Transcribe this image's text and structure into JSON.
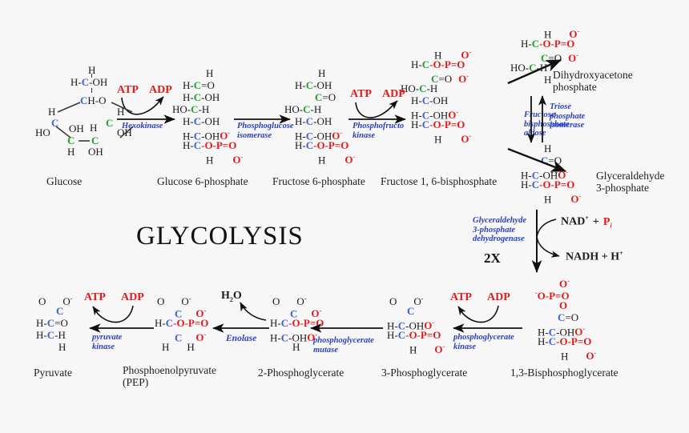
{
  "title": "GLYCOLYSIS",
  "stoichiometry_note": "2X",
  "colors": {
    "carbon_green": "#22a22a",
    "carbon_blue": "#4060d8",
    "phosphate_red": "#e01b1b",
    "enzyme_blue": "#2b3fc4",
    "text_black": "#1a1a1a",
    "background": "#f7f7f7"
  },
  "metabolites": {
    "glucose": {
      "label": "Glucose"
    },
    "glucose_6_phosphate": {
      "label": "Glucose 6-phosphate"
    },
    "fructose_6_phosphate": {
      "label": "Fructose 6-phosphate"
    },
    "fructose_1_6_bisphosphate": {
      "label": "Fructose 1, 6-bisphosphate"
    },
    "dihydroxyacetone_phosphate": {
      "label_line1": "Dihydroxyacetone",
      "label_line2": "phosphate"
    },
    "glyceraldehyde_3_phosphate": {
      "label_line1": "Glyceraldehyde",
      "label_line2": "3-phosphate"
    },
    "bisphosphoglycerate_1_3": {
      "label": "1,3-Bisphosphoglycerate"
    },
    "phosphoglycerate_3": {
      "label": "3-Phosphoglycerate"
    },
    "phosphoglycerate_2": {
      "label": "2-Phosphoglycerate"
    },
    "phosphoenolpyruvate": {
      "label_line1": "Phosphoenolpyruvate",
      "label_line2": "(PEP)"
    },
    "pyruvate": {
      "label": "Pyruvate"
    }
  },
  "enzymes": {
    "hexokinase": "Hexokinase",
    "phosphoglucose_isomerase": "Phosphoglucose\nisomerase",
    "phosphofructokinase": "Phosphofructo\nkinase",
    "fructose_bisphosphate_aldolase": "Fructose\nbisphosphate\naldose",
    "triose_phosphate_isomerase": "Triose\nphosphate\nisomerase",
    "gapdh": "Glyceraldehyde\n3-phosphate\ndehydrogenase",
    "phosphoglycerate_kinase": "phosphoglycerate\nkinase",
    "phosphoglycerate_mutase": "phosphoglycerate\nmutase",
    "enolase": "Enolase",
    "pyruvate_kinase": "pyruvate\nkinase"
  },
  "cofactors": {
    "atp_1": "ATP",
    "adp_1": "ADP",
    "atp_2": "ATP",
    "adp_2": "ADP",
    "nad_plus": "NAD",
    "nad_plus_sup": "+",
    "plus_sign": "+",
    "pi_symbol": "P",
    "pi_sub": "i",
    "nadh": "NADH + H",
    "nadh_sup": "+",
    "water": "H",
    "water_sub": "2",
    "water_rest": "O",
    "atp_3": "ATP",
    "adp_3": "ADP",
    "atp_4": "ATP",
    "adp_4": "ADP"
  },
  "structures": {
    "glucose_ring": {
      "atoms": [
        "H",
        "C",
        "OH",
        "CH",
        "O",
        "C",
        "HO",
        "OH",
        "H",
        "C",
        "OH",
        "C",
        "C",
        "OH",
        "H",
        "OH"
      ],
      "description": "glucose pyranose ring"
    },
    "glucose_6_phosphate_chain": [
      "H",
      "H-C=O",
      "H-C-OH",
      "HO-C-H",
      "H-C-OH",
      "H-C-OH",
      "H-C-O-P=O",
      "H",
      "O-",
      "O-"
    ],
    "fructose_6_phosphate_chain": [
      "H",
      "H-C-OH",
      "C=O",
      "HO-C-H",
      "H-C-OH",
      "H-C-OH",
      "H-C-O-P=O",
      "H",
      "O-",
      "O-"
    ],
    "fructose_1_6_bisphosphate_chain": [
      "H",
      "H-C-O-P=O",
      "C=O",
      "HO-C-H",
      "H-C-OH",
      "H-C-OH",
      "H-C-O-P=O",
      "H",
      "O-",
      "O-"
    ],
    "dhap_chain": [
      "H",
      "H-C-O-P=O",
      "C=O",
      "HO-C-H",
      "H",
      "O-",
      "O-"
    ],
    "g3p_chain": [
      "H",
      "C=O",
      "H-C-OH",
      "H-C-O-P=O",
      "H",
      "O-",
      "O-"
    ],
    "bpg13_chain": [
      "O-",
      "-O-P=O",
      "O",
      "C=O",
      "H-C-OH",
      "H-C-O-P=O",
      "H",
      "O-",
      "O-"
    ],
    "pg3_chain": [
      "O",
      "C",
      "O-",
      "H-C-OH",
      "H-C-O-P=O",
      "H",
      "O-",
      "O-"
    ],
    "pg2_chain": [
      "O",
      "C",
      "O-",
      "H-C-O-P=O",
      "H-C-OH",
      "H",
      "O-",
      "O-"
    ],
    "pep_chain": [
      "O",
      "C",
      "O-",
      "H-C-O-P=O",
      "C",
      "H",
      "H",
      "O-",
      "O-"
    ],
    "pyruvate_chain": [
      "O",
      "C",
      "O-",
      "H-C=O",
      "H-C-H",
      "H"
    ]
  }
}
